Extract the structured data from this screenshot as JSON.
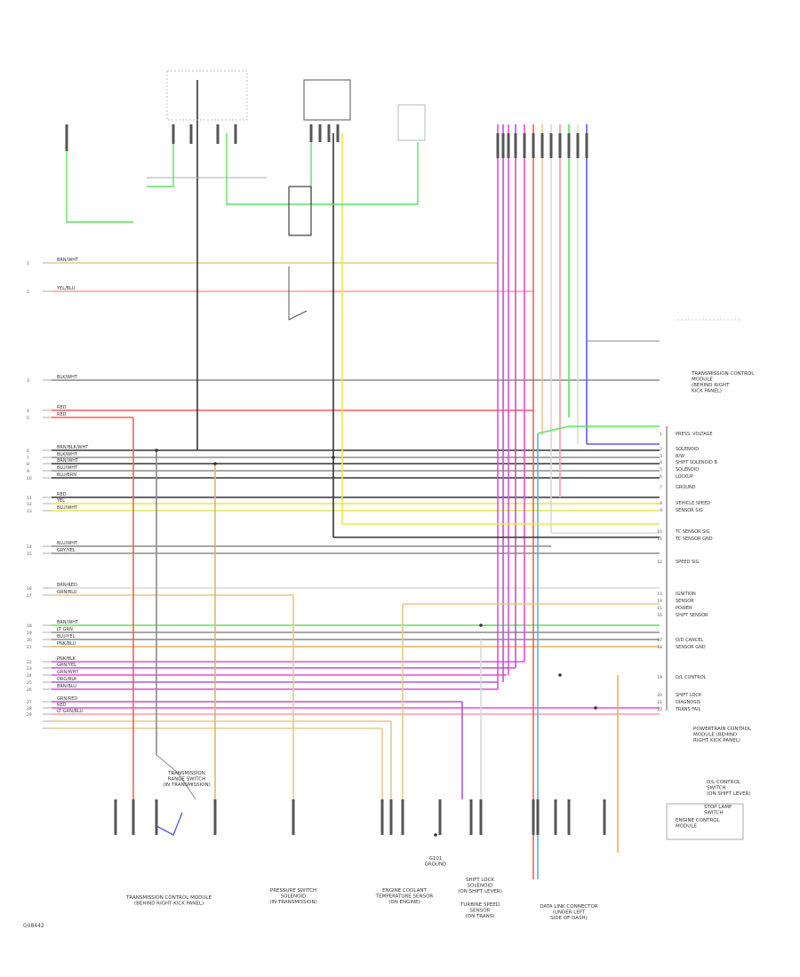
{
  "diagram": {
    "id_code": "G08442"
  },
  "colors": {
    "green": "#5fe05f",
    "red": "#ff5a5a",
    "pink": "#ff9aa4",
    "tan": "#e8c88a",
    "gray": "#8a8a8a",
    "black": "#333333",
    "yellow": "#efe64a",
    "purple": "#b455d8",
    "magenta": "#e04fd4",
    "blue": "#5a5af0",
    "lightblue": "#55b4e8",
    "orange": "#f0b060",
    "white": "#d8d8d8"
  },
  "components": [
    {
      "id": "trans-range-switch",
      "label_lines": [
        "TRANSMISSION",
        "RANGE SWITCH",
        "(IN TRANSMISSION)"
      ]
    },
    {
      "id": "tcm-right",
      "label_lines": [
        "TRANSMISSION CONTROL",
        "MODULE",
        "(BEHIND RIGHT",
        "KICK PANEL)"
      ]
    },
    {
      "id": "tcm-bottom-left",
      "label_lines": [
        "TRANSMISSION CONTROL MODULE",
        "(BEHIND RIGHT KICK PANEL)"
      ]
    },
    {
      "id": "output-speed-sensor",
      "label_lines": [
        "O/L CONTROL",
        "SWITCH",
        "(ON SHIFT LEVER)"
      ]
    },
    {
      "id": "pressure-switch",
      "label_lines": [
        "PRESSURE SWITCH",
        "SOLENOID",
        "(IN TRANSMISSION)"
      ]
    },
    {
      "id": "engine-coolant",
      "label_lines": [
        "ENGINE COOLANT",
        "TEMPERATURE SENSOR",
        "(ON ENGINE)"
      ]
    },
    {
      "id": "turbine-speed",
      "label_lines": [
        "TURBINE SPEED",
        "SENSOR",
        "(ON TRANS)"
      ]
    },
    {
      "id": "shift-lock",
      "label_lines": [
        "SHIFT LOCK",
        "SOLENOID",
        "(ON SHIFT LEVER)"
      ]
    },
    {
      "id": "data-link",
      "label_lines": [
        "DATA LINK CONNECTOR",
        "(UNDER LEFT",
        "SIDE OF DASH)"
      ]
    },
    {
      "id": "stop-lamp",
      "label_lines": [
        "STOP LAMP",
        "SWITCH"
      ]
    },
    {
      "id": "pcm",
      "label_lines": [
        "POWERTRAIN CONTROL",
        "MODULE (BEHIND",
        "RIGHT KICK PANEL)"
      ]
    },
    {
      "id": "ecu",
      "label_lines": [
        "ENGINE CONTROL",
        "MODULE"
      ]
    },
    {
      "id": "ground",
      "label_lines": [
        "G101",
        "GROUND"
      ]
    }
  ],
  "right_pin_labels": [
    "PRESS. VOLTAGE",
    "SOLENOID",
    "B/W",
    "SHIFT SOLENOID B",
    "SOLENOID",
    "LOCKUP",
    "GROUND",
    "VEHICLE SPEED",
    "SENSOR SIG",
    "TC SENSOR SIG",
    "TC SENSOR GND",
    "SPEED SIG",
    "IGNITION",
    "SENSOR",
    "POWER",
    "SHIFT SENSOR",
    "O/D CANCEL",
    "SENSOR GND",
    "O/L CONTROL",
    "SHIFT LOCK",
    "DIAGNOSIS",
    "TRANS FAIL"
  ],
  "left_wire_labels": [
    "BRN/WHT",
    "YEL/BLU",
    "BLK/WHT",
    "RED",
    "RED",
    "BRN/BLK/WHT",
    "BLK/WHT",
    "BRN/WHT",
    "BLU/WHT",
    "BLU/BRN",
    "RED",
    "YEL",
    "BLU/WHT",
    "BLU/WHT",
    "GRY/YEL",
    "BRN/RED",
    "GRN/BLU",
    "BRN/WHT",
    "LT GRN",
    "BLU/YEL",
    "PNK/BLU",
    "PNK/BLK",
    "GRN/YEL",
    "GRN/WHT",
    "ORG/BLK",
    "BRN/BLU",
    "GRN/RED",
    "RED",
    "LT GRN/BLU"
  ],
  "footer_text": "G08442"
}
